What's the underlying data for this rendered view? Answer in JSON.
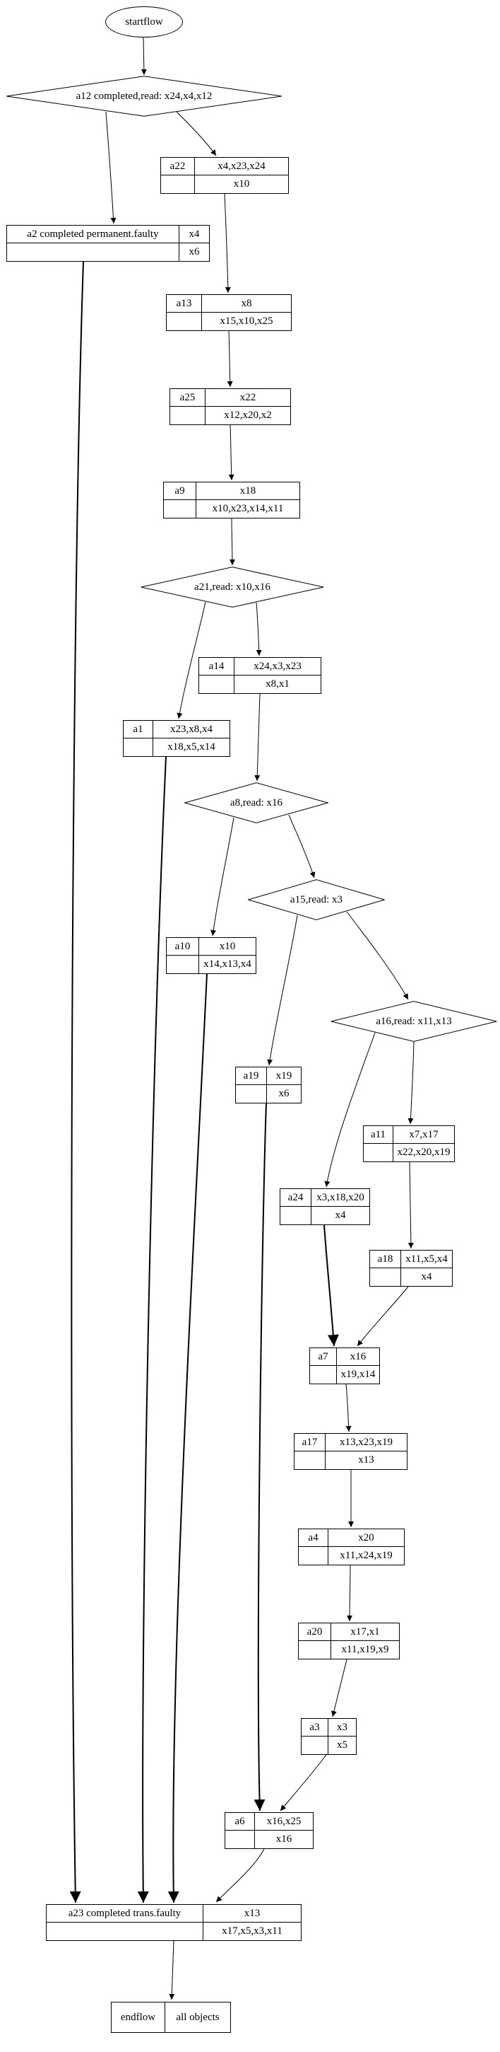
{
  "diagram": {
    "title": "workflow-graph",
    "nodes": {
      "startflow": {
        "label": "startflow"
      },
      "a12": {
        "label": "a12 completed,read: x24,x4,x12"
      },
      "a22": {
        "name": "a22",
        "read": "x4,x23,x24",
        "write": "x10"
      },
      "a2": {
        "name": "a2 completed permanent.faulty",
        "read": "x4",
        "write": "x6"
      },
      "a13": {
        "name": "a13",
        "read": "x8",
        "write": "x15,x10,x25"
      },
      "a25": {
        "name": "a25",
        "read": "x22",
        "write": "x12,x20,x2"
      },
      "a9": {
        "name": "a9",
        "read": "x18",
        "write": "x10,x23,x14,x11"
      },
      "a21": {
        "label": "a21,read: x10,x16"
      },
      "a14": {
        "name": "a14",
        "read": "x24,x3,x23",
        "write": "x8,x1"
      },
      "a1": {
        "name": "a1",
        "read": "x23,x8,x4",
        "write": "x18,x5,x14"
      },
      "a8": {
        "label": "a8,read: x16"
      },
      "a15": {
        "label": "a15,read: x3"
      },
      "a10": {
        "name": "a10",
        "read": "x10",
        "write": "x14,x13,x4"
      },
      "a16": {
        "label": "a16,read: x11,x13"
      },
      "a19": {
        "name": "a19",
        "read": "x19",
        "write": "x6"
      },
      "a11": {
        "name": "a11",
        "read": "x7,x17",
        "write": "x22,x20,x19"
      },
      "a24": {
        "name": "a24",
        "read": "x3,x18,x20",
        "write": "x4"
      },
      "a18": {
        "name": "a18",
        "read": "x11,x5,x4",
        "write": "x4"
      },
      "a7": {
        "name": "a7",
        "read": "x16",
        "write": "x19,x14"
      },
      "a17": {
        "name": "a17",
        "read": "x13,x23,x19",
        "write": "x13"
      },
      "a4": {
        "name": "a4",
        "read": "x20",
        "write": "x11,x24,x19"
      },
      "a20": {
        "name": "a20",
        "read": "x17,x1",
        "write": "x11,x19,x9"
      },
      "a3": {
        "name": "a3",
        "read": "x3",
        "write": "x5"
      },
      "a6": {
        "name": "a6",
        "read": "x16,x25",
        "write": "x16"
      },
      "a23": {
        "name": "a23 completed trans.faulty",
        "read": "x13",
        "write": "x17,x5,x3,x11"
      },
      "endflow": {
        "name": "endflow",
        "objects": "all objects"
      }
    },
    "edges": [
      [
        "startflow",
        "a12"
      ],
      [
        "a12",
        "a2"
      ],
      [
        "a12",
        "a22"
      ],
      [
        "a22",
        "a13"
      ],
      [
        "a13",
        "a25"
      ],
      [
        "a25",
        "a9"
      ],
      [
        "a9",
        "a21"
      ],
      [
        "a21",
        "a1"
      ],
      [
        "a21",
        "a14"
      ],
      [
        "a14",
        "a8"
      ],
      [
        "a8",
        "a10"
      ],
      [
        "a8",
        "a15"
      ],
      [
        "a15",
        "a19"
      ],
      [
        "a15",
        "a16"
      ],
      [
        "a16",
        "a11"
      ],
      [
        "a16",
        "a24"
      ],
      [
        "a11",
        "a18"
      ],
      [
        "a24",
        "a7"
      ],
      [
        "a18",
        "a7"
      ],
      [
        "a7",
        "a17"
      ],
      [
        "a17",
        "a4"
      ],
      [
        "a4",
        "a20"
      ],
      [
        "a20",
        "a3"
      ],
      [
        "a3",
        "a6"
      ],
      [
        "a19",
        "a6"
      ],
      [
        "a2",
        "a23"
      ],
      [
        "a1",
        "a23"
      ],
      [
        "a10",
        "a23"
      ],
      [
        "a6",
        "a23"
      ],
      [
        "a23",
        "endflow"
      ]
    ]
  }
}
